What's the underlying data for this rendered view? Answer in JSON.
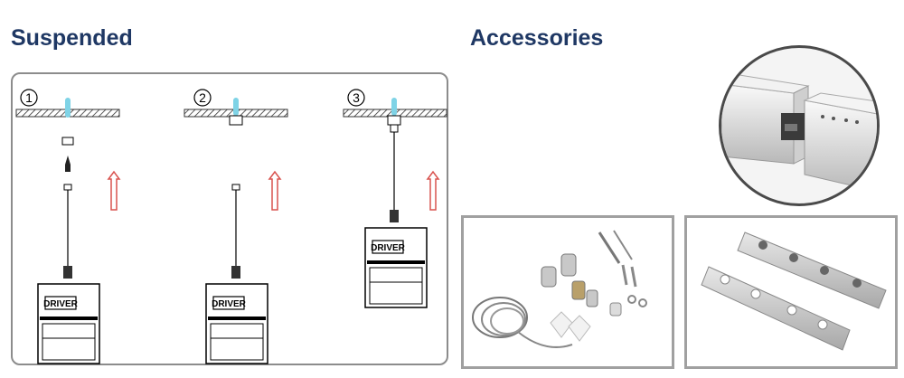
{
  "headings": {
    "suspended": "Suspended",
    "accessories": "Accessories"
  },
  "steps": [
    {
      "number": "1",
      "driver_label": "DRIVER"
    },
    {
      "number": "2",
      "driver_label": "DRIVER"
    },
    {
      "number": "3",
      "driver_label": "DRIVER"
    }
  ],
  "colors": {
    "heading": "#1f3864",
    "arrow": "#d9534f",
    "anchor": "#7fd3e6",
    "panel_border": "#8c8c8c"
  },
  "icons": [
    "up-arrow-icon",
    "ceiling-anchor-icon",
    "driver-box-icon",
    "connector-photo",
    "cable-kit-photo",
    "joint-plate-photo"
  ]
}
